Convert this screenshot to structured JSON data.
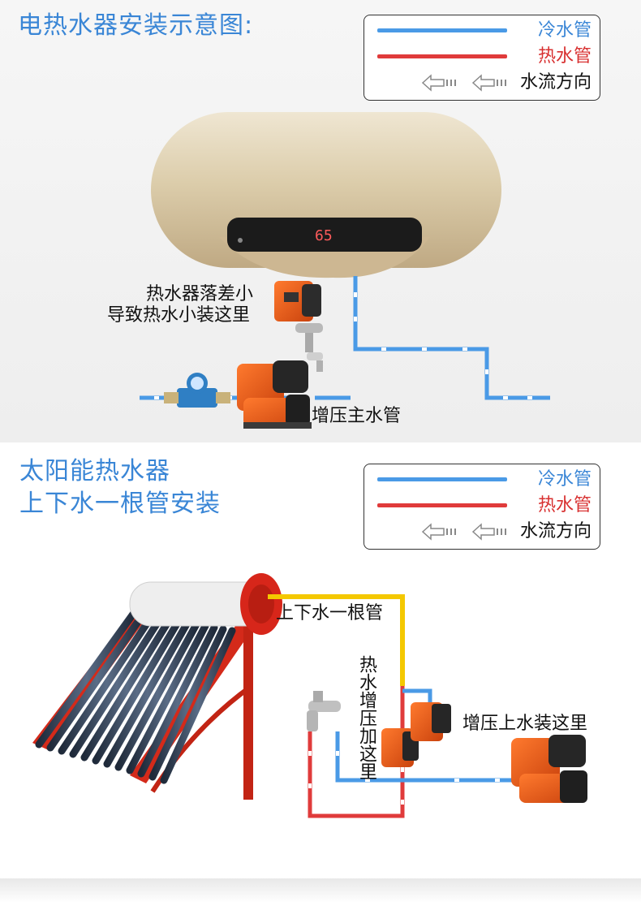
{
  "top": {
    "title": "电热水器安装示意图:",
    "legend": {
      "cold": "冷水管",
      "hot": "热水管",
      "flow": "水流方向"
    },
    "heater_display": "65",
    "label_outlet": "热水器落差小\n导致热水小装这里",
    "label_outlet_line1": "热水器落差小",
    "label_outlet_line2": "导致热水小装这里",
    "label_main": "增压主水管"
  },
  "bottom": {
    "title_line1": "太阳能热水器",
    "title_line2": "上下水一根管安装",
    "legend": {
      "cold": "冷水管",
      "hot": "热水管",
      "flow": "水流方向"
    },
    "label_pipe": "上下水一根管",
    "label_hot_boost": "热水增压加这里",
    "label_inlet": "增压上水装这里"
  },
  "colors": {
    "cold": "#4a9ae6",
    "hot": "#e03b3b",
    "single_pipe": "#f4c800",
    "title": "#3a86d6",
    "pump": "#ee5a1c"
  },
  "icons": [
    "arrow-left-icon",
    "pump-icon",
    "faucet-icon",
    "water-meter-icon",
    "water-heater-icon",
    "solar-heater-icon"
  ]
}
